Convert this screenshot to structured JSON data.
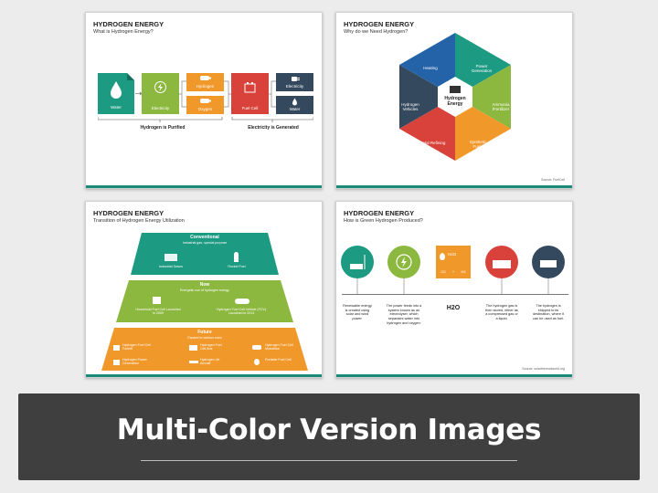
{
  "slides": [
    {
      "title": "HYDROGEN ENERGY",
      "subtitle": "What is Hydrogen Energy?",
      "boxes": {
        "water": "Water",
        "electricity": "Electricity",
        "hydrogen": "Hydrogen",
        "oxygen": "Oxygen",
        "fuel_cell": "Fuel Cell",
        "out_electricity": "Electricity",
        "out_water": "Water"
      },
      "brace_left": "Hydrogen is Purified",
      "brace_right": "Electricity is Generated",
      "colors": {
        "teal": "#1d9a82",
        "green": "#8cb83f",
        "orange": "#f1982a",
        "red": "#d8423a",
        "navy": "#34495e"
      }
    },
    {
      "title": "HYDROGEN ENERGY",
      "subtitle": "Why do we Need Hydrogen?",
      "center": "Hydrogen Energy",
      "segments": [
        "Power Generation",
        "Ammonia /Fertilizer",
        "Synthetic Fuels",
        "Metal Refining",
        "Hydrogen Vehicles",
        "Heating"
      ],
      "source": "Source: FuelCell",
      "colors": [
        "#1d9a82",
        "#8cb83f",
        "#f1982a",
        "#d8423a",
        "#34495e",
        "#2563a8"
      ]
    },
    {
      "title": "HYDROGEN ENERGY",
      "subtitle": "Transition of Hydrogen Energy Utilization",
      "tiers": [
        {
          "name": "Conventional",
          "desc": "Industrial gas, special purpose",
          "items": [
            "Industrial Gases",
            "Rocket Fuel"
          ],
          "color": "#1d9a82"
        },
        {
          "name": "Now",
          "desc": "Energetic use of hydrogen energy",
          "items": [
            "Household Fuel Cell Launched in 2009",
            "Hydrogen Fuel Cell Vehicle (FCV) Launched in 2014"
          ],
          "color": "#8cb83f"
        },
        {
          "name": "Future",
          "desc": "Expand to various uses",
          "items": [
            "Hydrogen Fuel Cell Forklift",
            "Hydrogen Fuel Cell Bus",
            "Hydrogen Fuel Cell Motorbike",
            "Hydrogen Power Generation",
            "Hydrogen Jet Aircraft",
            "Portable Fuel Cell"
          ],
          "color": "#f1982a"
        }
      ]
    },
    {
      "title": "HYDROGEN ENERGY",
      "subtitle": "How is Green Hydrogen Produced?",
      "steps": [
        {
          "text": "Renewable energy is created using solar and wind power.",
          "color": "#1d9a82"
        },
        {
          "text": "The power feeds into a system known as an electrolyser, which separates water into hydrogen and oxygen.",
          "color": "#8cb83f"
        },
        {
          "text": "H2O",
          "color": "#f1982a"
        },
        {
          "text": "The hydrogen gas is then stored, either as a compressed gas or a liquid.",
          "color": "#d8423a"
        },
        {
          "text": "The hydrogen is shipped to its destination, where it can be used as fuel.",
          "color": "#34495e"
        }
      ],
      "h2o_icon": {
        "top": "H2O",
        "left": "O2",
        "plus": "+",
        "right": "H2"
      },
      "source": "Source: solarthermalworld.org"
    }
  ],
  "banner": {
    "text": "Multi-Color Version Images",
    "background": "#3f3f3f"
  }
}
